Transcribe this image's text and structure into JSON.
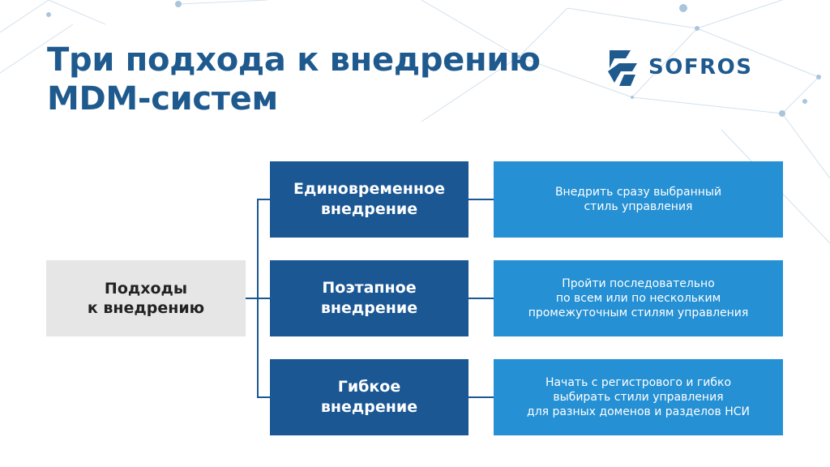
{
  "title": "Три подхода к внедрению MDM-систем",
  "logo": {
    "text": "SOFROS",
    "icon": "sofros-logo-icon"
  },
  "root": {
    "label": "Подходы\nк внедрению"
  },
  "approaches": [
    {
      "name": "Единовременное\nвнедрение",
      "description": "Внедрить сразу выбранный\nстиль управления"
    },
    {
      "name": "Поэтапное\nвнедрение",
      "description": "Пройти последовательно\nпо всем или по нескольким\nпромежуточным стилям управления"
    },
    {
      "name": "Гибкое\nвнедрение",
      "description": "Начать с регистрового и гибко\nвыбирать стили управления\nдля разных доменов и разделов НСИ"
    }
  ],
  "colors": {
    "title": "#1f5a8f",
    "approach_box": "#1a5793",
    "description_box": "#2590d3",
    "root_box": "#e6e6e6"
  }
}
